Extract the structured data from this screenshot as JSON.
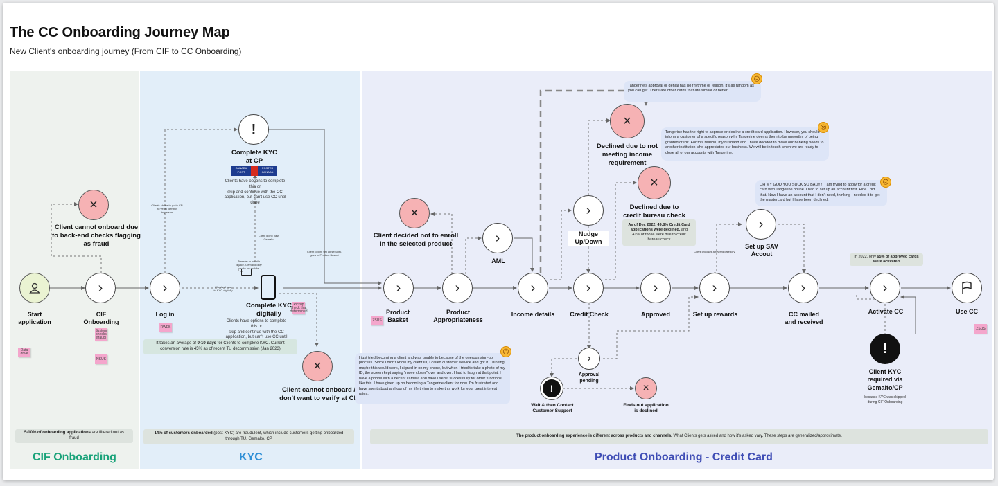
{
  "header": {
    "title": "The CC Onboarding Journey Map",
    "subtitle": "New Client's onboarding journey (From CIF to CC Onboarding)"
  },
  "lanes": {
    "cif": {
      "title": "CIF Onboarding",
      "color": "#1aa37a",
      "bg": "#eef2ee"
    },
    "kyc": {
      "title": "KYC",
      "color": "#2f8fd6",
      "bg": "#e2eef9"
    },
    "product": {
      "title": "Product Onboarding - Credit Card",
      "color": "#3f4db5",
      "bg": "#eaedf9"
    }
  },
  "nodes": {
    "start": "Start\napplication",
    "cif_onboarding": "CIF\nOnboarding",
    "client_fraud": "Client cannot onboard due\nto back-end checks flagging\nas fraud",
    "login": "Log in",
    "complete_kyc_cp": "Complete KYC\nat CP",
    "complete_kyc_digital": "Complete KYC\ndigitally",
    "cannot_verify": "Client cannot onboard /\ndon't want to verify at CP",
    "product_basket": "Product\nBasket",
    "not_enroll": "Client decided not to enroll\nin the selected product",
    "product_appropriateness": "Product\nAppropriateness",
    "aml": "AML",
    "income_details": "Income details",
    "nudge": "Nudge\nUp/Down",
    "declined_income": "Declined due to not\nmeeting income\nrequirement",
    "credit_check": "Credit Check",
    "declined_bureau": "Declined due to\ncredit bureau check",
    "approved": "Approved",
    "setup_rewards": "Set up rewards",
    "setup_sav": "Set up SAV\nAccout",
    "cc_mailed": "CC mailed\nand received",
    "activate_cc": "Activate CC",
    "kyc_gemalto": "Client KYC\nrequired via\nGemalto/CP",
    "use_cc": "Use CC",
    "approval_pending": "Approval\npending",
    "wait_contact": "Wait & then Contact\nCustomer Support",
    "finds_declined": "Finds out application\nis declined"
  },
  "notes": {
    "kyc_cp_desc": "Clients have options to complete this or\nskip and continue with the CC\napplication, but can't use CC until done",
    "kyc_digital_desc": "Clients have options to complete this or\nskip and continue with the CC\napplication, but can't use CC until done",
    "kyc_gemalto_desc": "because KYC was skipped\nduring CIF Onboarding",
    "kyc_time_pre": "It takes an average of ",
    "kyc_time_bold": "9-10 days",
    "kyc_time_post": " for Clients to complete KYC. Current conversion rate is 45% as of recent TU decommission (Jan 2023)",
    "bureau_stat_bold": "As of Dec 2022, 49.8% Credit Card applications were declined,",
    "bureau_stat_post": " and 41% of those were due to credit bureau check",
    "activated_pre": "In 2022, only ",
    "activated_bold": "65% of approved cards were activated",
    "login_cp_note": "Clients chose to go to CP\nto verify identity\nin person",
    "digital_note": "Clients chose\nto KYC digitally",
    "transfer_note": "Transfer to mobile\ndevice. Gemalto only\nworks on mobile",
    "skip_note": "Client didn't pass Gemalto",
    "login_later_note": "Client log-in; set up security,\ngoes to Product Basket",
    "sav_note": "Client chooses a reward category"
  },
  "bubbles": {
    "tangerine_random": "Tangerine's approval or denial has no rhythme or reason, it's as random as you can get. There are other cards that are similar or better.",
    "tangerine_right": "Tangerine has the right to approve or decline a credit card application. However, you should inform a customer of a specific reason why Tangerine deems them to be unworthy of being granted credit. For this reason, my husband and I have decided to move our banking needs to another institution who appreciates our business. We will be in touch when we are ready to close all of our accounts with Tangerine.",
    "omg": "OH MY GOD YOU SUCK SO BAD!!!!! I am trying to apply for a credit card with Tangerine online. I had to set up an account first. Fine I did that. Now I have an account that I don't need, thinking I needed it to get the mastercard but I have been declined.",
    "onerous": "I just tried becoming a client and was unable to because of the onerous sign-up process. Since I didn't know my client ID, I called customer service and got it. Thinking maybe this would work, I signed in on my phone, but when I tried to take a photo of my ID, the screen kept saying \"move closer\" over and over. I had to laugh at that point. I have a phone with a decent camera and have used it successfully for other functions like this. I have given up on becoming a Tangerine client for now. I'm frustrated and have spent about an hour of my life trying to make this work for your great interest rates."
  },
  "bars": {
    "cif_pre": "",
    "cif_bold": "5-10% of onboarding applications",
    "cif_post": " are filtered out as fraud",
    "kyc_bold": "14% of customers onboarded",
    "kyc_post": " (post-KYC) are fraudulent, which include customers getting onboarded through TU, Gemalto, CP",
    "product_bold": "The product onboarding experience is different across products and channels.",
    "product_post": " What Clients gets asked and how it's asked vary. These steps are generalized/approximate."
  },
  "stickies": {
    "s1": "Data drive",
    "s2": "System\nchecks\n(fraud)",
    "s3": "NSUS",
    "s4": "RWEB",
    "s5": "Pickup\ncheck that\ndetermined",
    "s6": "ZSUS",
    "s7": "ZSUS"
  },
  "canada_post": {
    "line1": "CANADA",
    "line2": "POST",
    "line3": "POSTES",
    "line4": "CANADA"
  },
  "icons": {
    "person": "person-icon",
    "chevron": "chevron-right-icon",
    "x": "x-icon",
    "exclamation": "exclamation-icon",
    "phone": "phone-icon",
    "monitor": "monitor-icon",
    "flag": "flag-icon",
    "angry": "angry-face-icon"
  }
}
